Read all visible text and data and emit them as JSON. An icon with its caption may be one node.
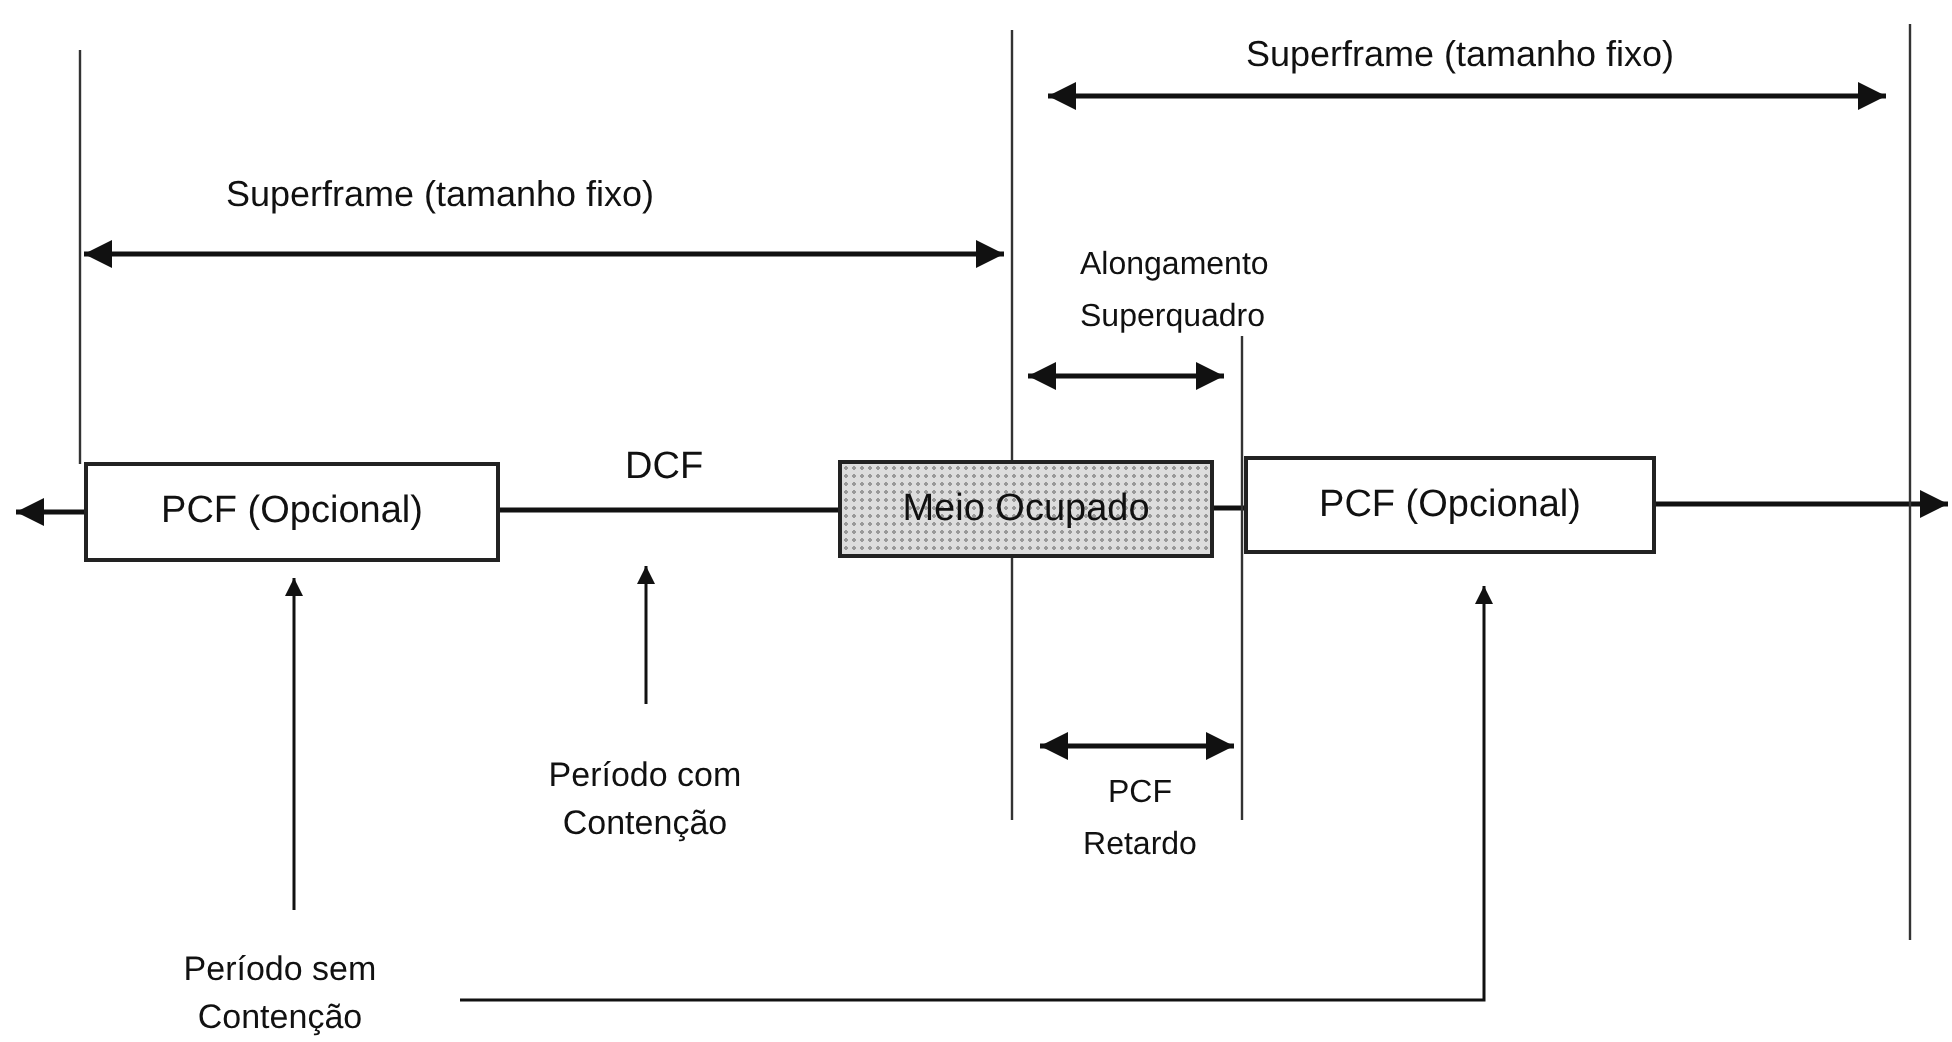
{
  "diagram": {
    "nodes": [
      {
        "text": [
          "PCF (Opcional)"
        ]
      },
      {
        "text": [
          "Meio Ocupado"
        ]
      },
      {
        "text": [
          "PCF (Opcional)"
        ]
      },
      {
        "text": [
          "Período sem Contenção"
        ]
      },
      {
        "text": [
          "Período com Contenção"
        ]
      }
    ],
    "edges": [
      {
        "from": 0,
        "to": null,
        "arrow": "to"
      },
      {
        "from": 0,
        "to": 1,
        "arrow": "none",
        "label": "DCF"
      },
      {
        "from": 1,
        "to": 2,
        "arrow": "none"
      },
      {
        "from": 2,
        "to": null,
        "arrow": "to"
      },
      {
        "from": 3,
        "to": 0,
        "arrow": "to"
      },
      {
        "from": 3,
        "to": 2,
        "arrow": "to"
      },
      {
        "from": 4,
        "to": null,
        "arrow": "to"
      }
    ],
    "labels": [
      "Superframe (tamanho fixo)",
      "Superframe (tamanho fixo)",
      "Alongamento Superquadro",
      "PCF Retardo"
    ]
  }
}
